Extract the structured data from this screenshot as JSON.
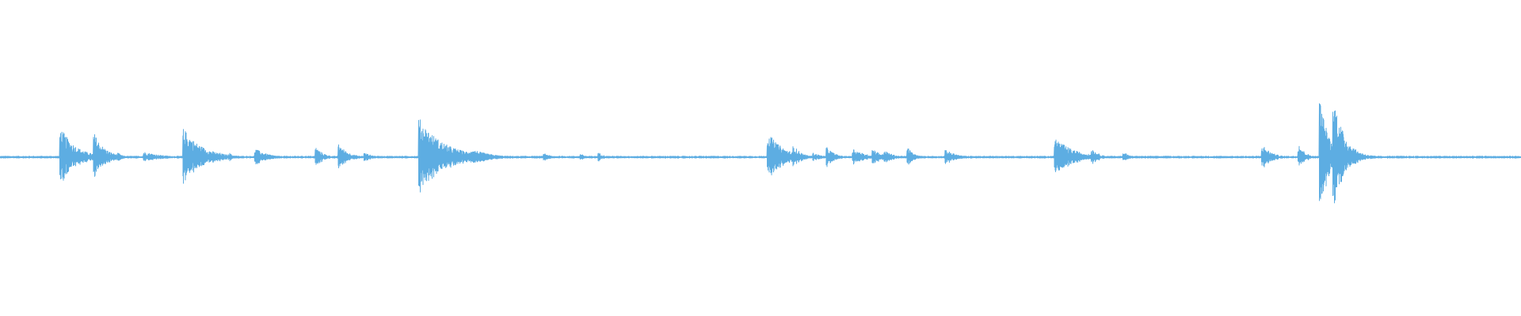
{
  "waveform": {
    "color": "#5dade2",
    "background": "#ffffff",
    "baseline_level": 0.012,
    "bursts": [
      {
        "t": 0.04,
        "peak": 0.27,
        "decay": 0.01
      },
      {
        "t": 0.062,
        "peak": 0.22,
        "decay": 0.007
      },
      {
        "t": 0.078,
        "peak": 0.04,
        "decay": 0.003
      },
      {
        "t": 0.095,
        "peak": 0.05,
        "decay": 0.012
      },
      {
        "t": 0.121,
        "peak": 0.26,
        "decay": 0.012
      },
      {
        "t": 0.134,
        "peak": 0.05,
        "decay": 0.004
      },
      {
        "t": 0.145,
        "peak": 0.04,
        "decay": 0.003
      },
      {
        "t": 0.151,
        "peak": 0.04,
        "decay": 0.003
      },
      {
        "t": 0.168,
        "peak": 0.08,
        "decay": 0.008
      },
      {
        "t": 0.208,
        "peak": 0.09,
        "decay": 0.005
      },
      {
        "t": 0.223,
        "peak": 0.12,
        "decay": 0.006
      },
      {
        "t": 0.24,
        "peak": 0.04,
        "decay": 0.006
      },
      {
        "t": 0.276,
        "peak": 0.35,
        "decay": 0.016
      },
      {
        "t": 0.294,
        "peak": 0.1,
        "decay": 0.006
      },
      {
        "t": 0.31,
        "peak": 0.08,
        "decay": 0.012
      },
      {
        "t": 0.358,
        "peak": 0.04,
        "decay": 0.004
      },
      {
        "t": 0.382,
        "peak": 0.03,
        "decay": 0.004
      },
      {
        "t": 0.394,
        "peak": 0.04,
        "decay": 0.004
      },
      {
        "t": 0.505,
        "peak": 0.23,
        "decay": 0.01
      },
      {
        "t": 0.522,
        "peak": 0.11,
        "decay": 0.005
      },
      {
        "t": 0.535,
        "peak": 0.04,
        "decay": 0.006
      },
      {
        "t": 0.544,
        "peak": 0.09,
        "decay": 0.005
      },
      {
        "t": 0.561,
        "peak": 0.08,
        "decay": 0.008
      },
      {
        "t": 0.574,
        "peak": 0.08,
        "decay": 0.006
      },
      {
        "t": 0.582,
        "peak": 0.06,
        "decay": 0.006
      },
      {
        "t": 0.597,
        "peak": 0.09,
        "decay": 0.004
      },
      {
        "t": 0.622,
        "peak": 0.07,
        "decay": 0.007
      },
      {
        "t": 0.694,
        "peak": 0.18,
        "decay": 0.012
      },
      {
        "t": 0.718,
        "peak": 0.08,
        "decay": 0.005
      },
      {
        "t": 0.739,
        "peak": 0.06,
        "decay": 0.003
      },
      {
        "t": 0.83,
        "peak": 0.12,
        "decay": 0.006
      },
      {
        "t": 0.854,
        "peak": 0.13,
        "decay": 0.004
      },
      {
        "t": 0.868,
        "peak": 0.52,
        "decay": 0.006
      },
      {
        "t": 0.877,
        "peak": 0.55,
        "decay": 0.007
      },
      {
        "t": 0.889,
        "peak": 0.06,
        "decay": 0.01
      }
    ]
  }
}
